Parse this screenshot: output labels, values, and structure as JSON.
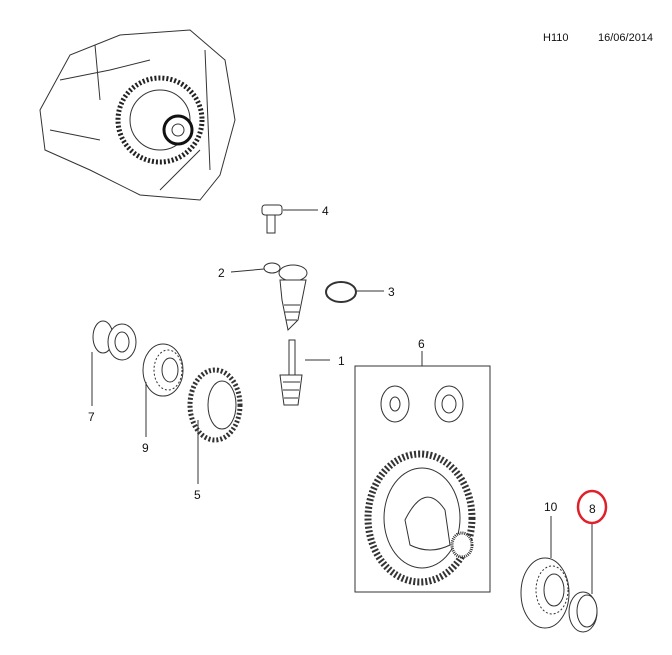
{
  "header": {
    "code": "H110",
    "date": "16/06/2014"
  },
  "callouts": [
    {
      "label": "1",
      "part": "pinion-shaft"
    },
    {
      "label": "2",
      "part": "speedometer-drive"
    },
    {
      "label": "3",
      "part": "o-ring"
    },
    {
      "label": "4",
      "part": "bolt"
    },
    {
      "label": "5",
      "part": "helical-gear"
    },
    {
      "label": "6",
      "part": "differential-assembly"
    },
    {
      "label": "7",
      "part": "bushing"
    },
    {
      "label": "8",
      "part": "seal-ring"
    },
    {
      "label": "9",
      "part": "bearing"
    },
    {
      "label": "10",
      "part": "differential-bearing"
    }
  ],
  "highlight": {
    "label": "8",
    "color": "#e0202a"
  }
}
